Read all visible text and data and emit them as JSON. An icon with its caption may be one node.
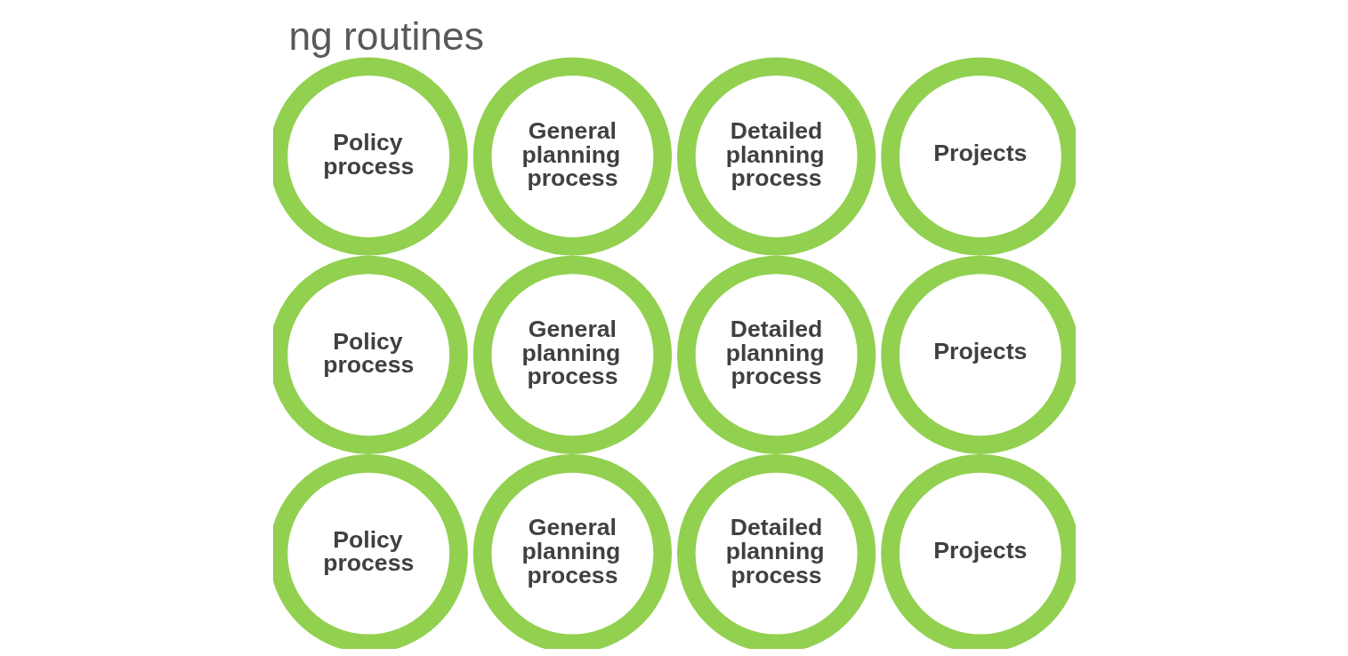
{
  "diagram": {
    "title": "ng routines",
    "nodes": [
      {
        "text": [
          "Policy process"
        ]
      },
      {
        "text": [
          "General planning process"
        ]
      },
      {
        "text": [
          "Detailed planning process"
        ]
      },
      {
        "text": [
          "Projects"
        ]
      },
      {
        "text": [
          "Policy process"
        ]
      },
      {
        "text": [
          "General planning process"
        ]
      },
      {
        "text": [
          "Detailed planning process"
        ]
      },
      {
        "text": [
          "Projects"
        ]
      },
      {
        "text": [
          "Policy process"
        ]
      },
      {
        "text": [
          "General planning process"
        ]
      },
      {
        "text": [
          "Detailed planning process"
        ]
      },
      {
        "text": [
          "Projects"
        ]
      }
    ],
    "edges": []
  }
}
